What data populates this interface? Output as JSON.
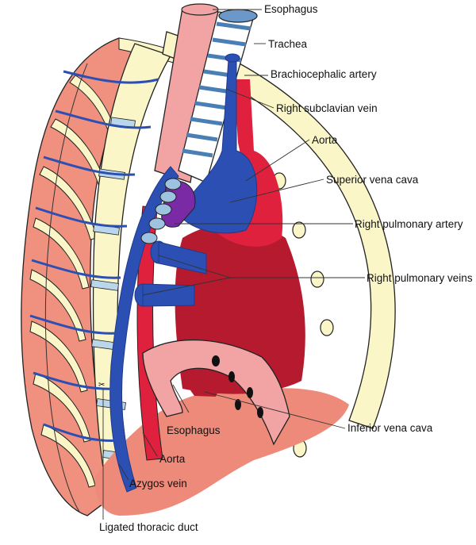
{
  "figure": {
    "title": "Right thoracic anatomy (lateral view)",
    "colors": {
      "rib": "#f0907f",
      "rib_dark": "#e06e61",
      "cartilage": "#fbf6c8",
      "vein": "#2c4fb3",
      "vein_dark": "#1e3a8a",
      "artery": "#e0213e",
      "heart": "#b51a2e",
      "esophagus": "#f2a3a3",
      "trachea_ring": "#9ec3e0",
      "pulmonary_artery": "#7b2aa6",
      "diaphragm": "#ee8a7a",
      "intercostal": "#b9d6ea"
    }
  },
  "labels": [
    {
      "id": "esophagus-top",
      "text": "Esophagus"
    },
    {
      "id": "trachea",
      "text": "Trachea"
    },
    {
      "id": "brachiocephalic-artery",
      "text": "Brachiocephalic artery"
    },
    {
      "id": "right-subclavian-vein",
      "text": "Right subclavian vein"
    },
    {
      "id": "aorta-top",
      "text": "Aorta"
    },
    {
      "id": "superior-vena-cava",
      "text": "Superior vena cava"
    },
    {
      "id": "right-pulmonary-artery",
      "text": "Right pulmonary artery"
    },
    {
      "id": "right-pulmonary-veins",
      "text": "Right pulmonary veins"
    },
    {
      "id": "esophagus-bottom",
      "text": "Esophagus"
    },
    {
      "id": "inferior-vena-cava",
      "text": "Inferior vena cava"
    },
    {
      "id": "aorta-bottom",
      "text": "Aorta"
    },
    {
      "id": "azygos-vein",
      "text": "Azygos vein"
    },
    {
      "id": "ligated-thoracic-duct",
      "text": "Ligated thoracic duct"
    }
  ]
}
